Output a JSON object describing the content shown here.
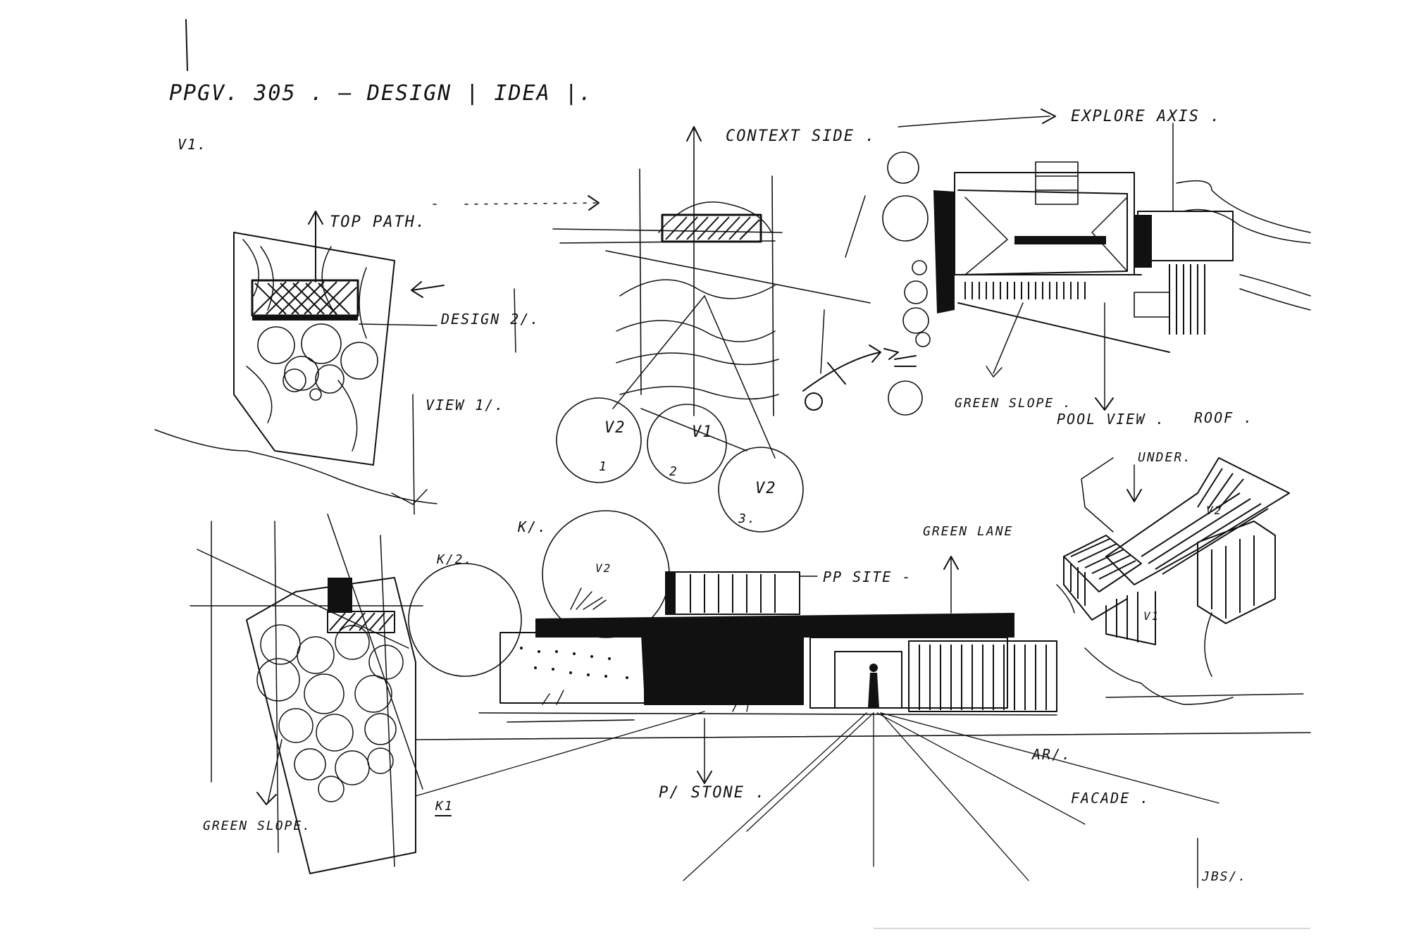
{
  "sheet": {
    "title": "PPGV. 305 . — DESIGN | IDEA |.",
    "version": "V1.",
    "signature": "JBS/."
  },
  "plan_sketch": {
    "labels": {
      "top_path": "TOP PATH.",
      "design": "DESIGN 2/.",
      "view": "VIEW 1/."
    }
  },
  "section_sketch": {
    "labels": {
      "context_side": "CONTEXT SIDE .",
      "v2_left": "V2",
      "v1": "V1",
      "v2_right": "V2",
      "n1": "1",
      "n2": "2",
      "n3": "3."
    }
  },
  "elevation_sketch": {
    "labels": {
      "explore_axis": "EXPLORE AXIS .",
      "green_slope": "GREEN SLOPE .",
      "pool_view": "POOL VIEW .",
      "roof": "ROOF ."
    }
  },
  "axon_sketch": {
    "labels": {
      "under": "UNDER.",
      "v2": "V2",
      "v1": "V1"
    }
  },
  "perspective_sketch": {
    "labels": {
      "green_slope": "GREEN SLOPE.",
      "k1": "K1",
      "v2": "V2",
      "k2": "K/2.",
      "k": "K/.",
      "pp_site": "PP SITE -",
      "green_lane": "GREEN LANE",
      "p_stone": "P/ STONE .",
      "facade": "FACADE .",
      "ar": "AR/."
    }
  }
}
